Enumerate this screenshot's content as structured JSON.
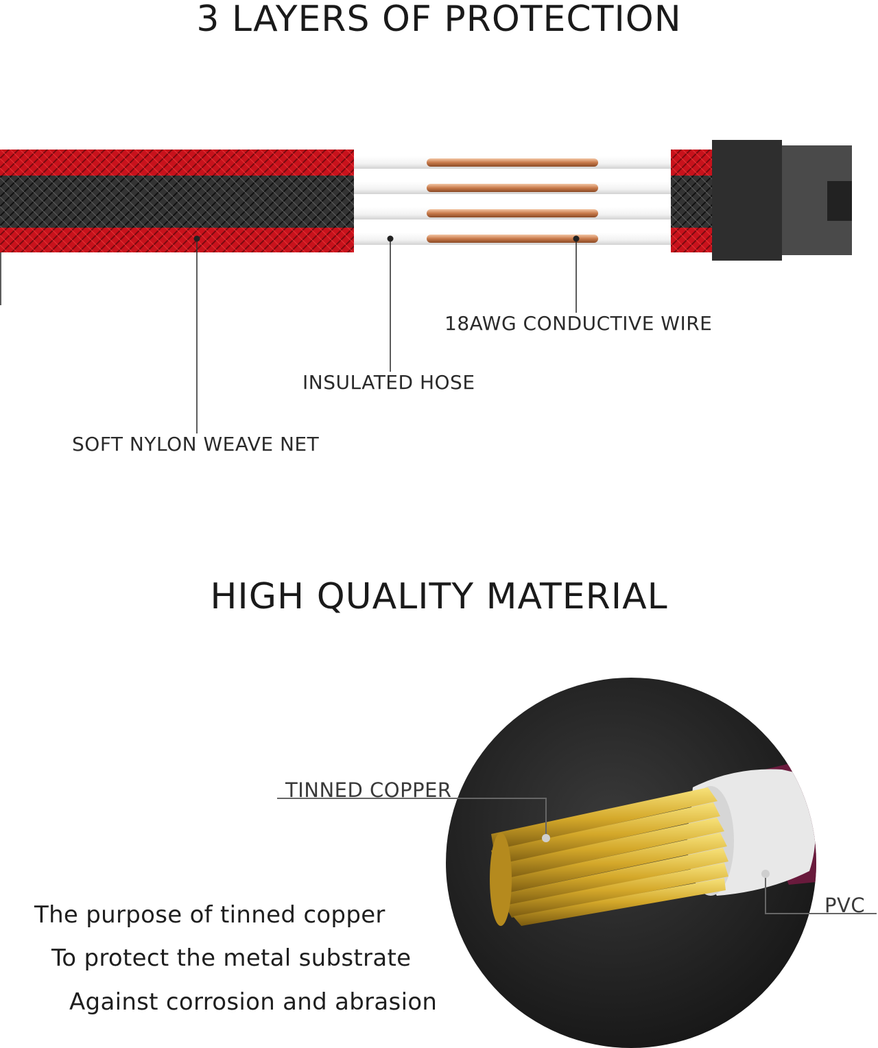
{
  "section1": {
    "title": "3 LAYERS OF PROTECTION",
    "labels": {
      "conductive_wire": "18AWG CONDUCTIVE WIRE",
      "insulated_hose": "INSULATED HOSE",
      "nylon_net": "SOFT NYLON WEAVE NET"
    }
  },
  "section2": {
    "title": "HIGH QUALITY MATERIAL",
    "labels": {
      "tinned_copper": "TINNED COPPER",
      "pvc": "PVC"
    },
    "description": [
      "The purpose of tinned copper",
      "To protect the metal substrate",
      "Against corrosion and abrasion"
    ]
  },
  "colors": {
    "sleeve_red": "#c8121c",
    "sleeve_black": "#2e2e2e",
    "copper": "#c87a4a",
    "connector": "#3a3a3a",
    "gold": "#d4a82a",
    "circle_bg": "#232323"
  }
}
